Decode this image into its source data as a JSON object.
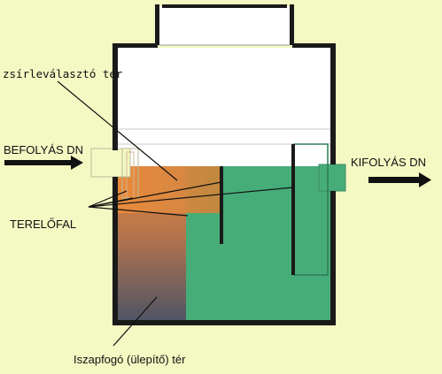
{
  "labels": {
    "inflow": "BEFOLYÁS DN",
    "outflow": "KIFOLYÁS DN",
    "grease_chamber": "zsírleválasztó tér",
    "baffle": "TERELŐFAL",
    "sludge_chamber": "Iszapfogó (ülepítő) tér"
  },
  "colors": {
    "background": "#f4f8c2",
    "wall": "#1a1a1a",
    "tank_interior": "#ffffff",
    "clean_water": "#47ad78",
    "grease_layer": "#e8863e",
    "sludge_bottom": "#555a66",
    "pipe": "#f4f8c2"
  }
}
